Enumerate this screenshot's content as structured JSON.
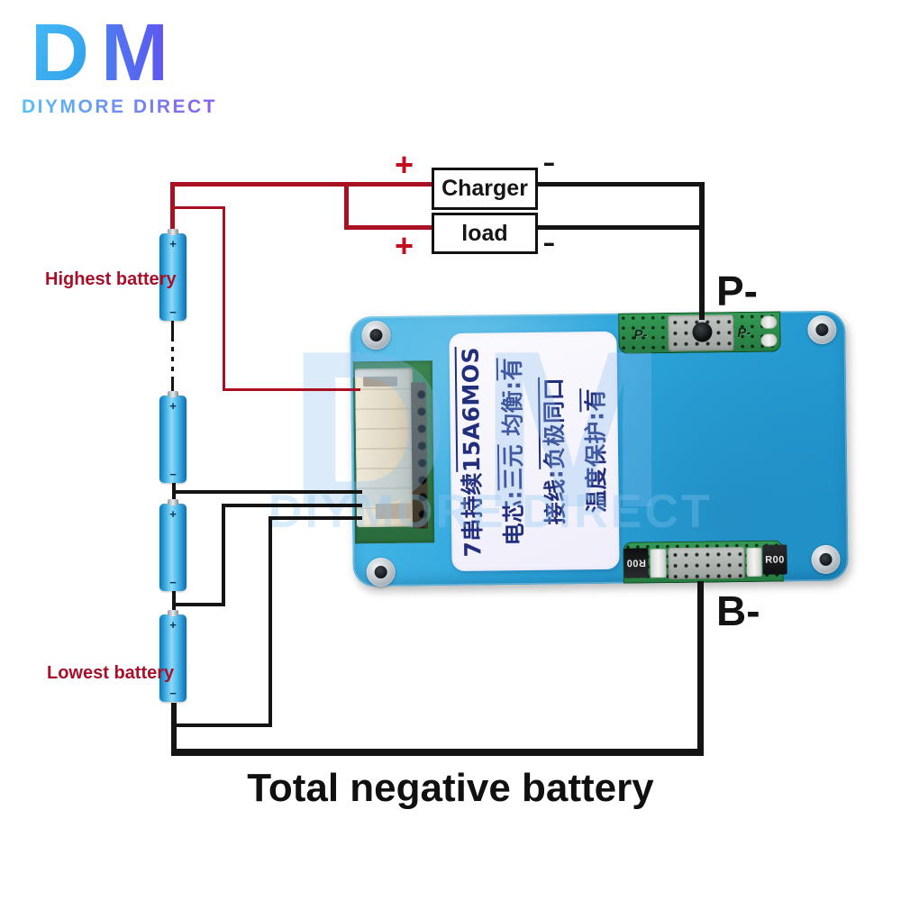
{
  "logo": {
    "d": "D",
    "m": "M",
    "subtitle": "DIYMORE DIRECT"
  },
  "watermark": {
    "dm": "DM",
    "text": "DIYMORE DIRECT"
  },
  "annotations": {
    "charger": "Charger",
    "load": "load",
    "plus_top": "+",
    "minus_top": "-",
    "plus_bottom": "+",
    "minus_bottom": "-",
    "highest_battery": "Highest battery",
    "lowest_battery": "Lowest battery",
    "total_negative": "Total negative battery",
    "p_minus": "P-",
    "b_minus": "B-"
  },
  "battery": {
    "plus": "+",
    "minus": "−"
  },
  "pcb": {
    "silk_p_left": "P-",
    "silk_p_right": "P-",
    "resistor_left": "R00",
    "resistor_right": "R00",
    "label_columns": [
      {
        "segments": [
          {
            "t": "7串持续",
            "u": false
          },
          {
            "t": "15A6MOS",
            "u": true
          }
        ]
      },
      {
        "segments": [
          {
            "t": "电芯:",
            "u": false
          },
          {
            "t": "三元",
            "u": true
          },
          {
            "t": " 均衡:",
            "u": false
          },
          {
            "t": "有",
            "u": true
          }
        ]
      },
      {
        "segments": [
          {
            "t": "接线:",
            "u": false
          },
          {
            "t": "负极同口",
            "u": true
          }
        ]
      },
      {
        "segments": [
          {
            "t": "温度保护:",
            "u": false
          },
          {
            "t": "有",
            "u": true
          }
        ]
      }
    ]
  },
  "colors": {
    "wire_red": "#a91122",
    "wire_black": "#141414",
    "annotation_red": "#b01228",
    "board_blue": "#2ca5db",
    "pcb_green": "#2e8f4c",
    "battery_blue": "#36aee6",
    "label_navy": "#222f7d",
    "logo_blue": "#45b3f4",
    "logo_purple": "#6257ee"
  }
}
